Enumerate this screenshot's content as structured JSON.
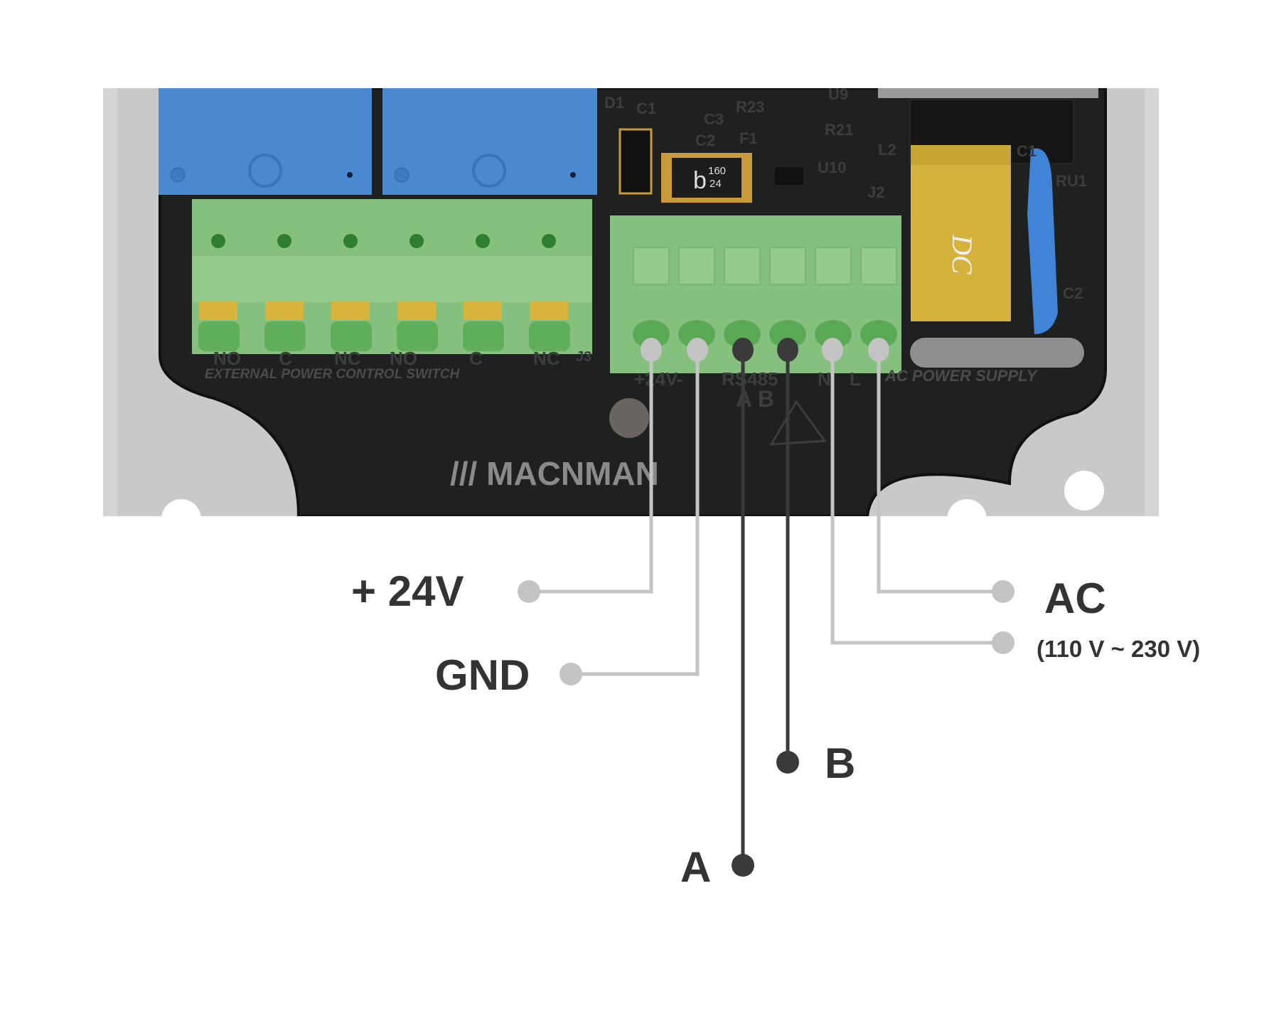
{
  "board": {
    "logo": "/// MACNMAN",
    "left_terminal_labels": [
      "NO",
      "C",
      "NC",
      "NO",
      "C",
      "NC"
    ],
    "left_terminal_title": "EXTERNAL POWER CONTROL SWITCH",
    "j3": "J3",
    "right_terminal_labels": {
      "power": "+24V-",
      "bus": "RS485",
      "n": "N",
      "l": "L",
      "supply": "AC POWER SUPPLY"
    },
    "bus_sub": "A B",
    "fuse_mark": {
      "letter": "b",
      "top": "160",
      "bottom": "24"
    },
    "capacitor_mark": "DC",
    "silkscreen": [
      "D1",
      "C1",
      "C3",
      "C2",
      "R23",
      "U9",
      "F1",
      "R21",
      "U10",
      "J2",
      "L2",
      "RU1",
      "C1",
      "C2"
    ]
  },
  "callouts": {
    "plus24v": "+ 24V",
    "gnd": "GND",
    "b": "B",
    "a": "A",
    "ac": "AC",
    "ac_range": "(110 V ~ 230 V)"
  },
  "colors": {
    "power_wire": "#c4c4c4",
    "signal_wire": "#3a3a3a",
    "relay": "#4a88d0",
    "terminal": "#86c07f",
    "pcb": "#1f2020",
    "enclosure": "#d4d5d6",
    "capacitor": "#d4b23c"
  }
}
